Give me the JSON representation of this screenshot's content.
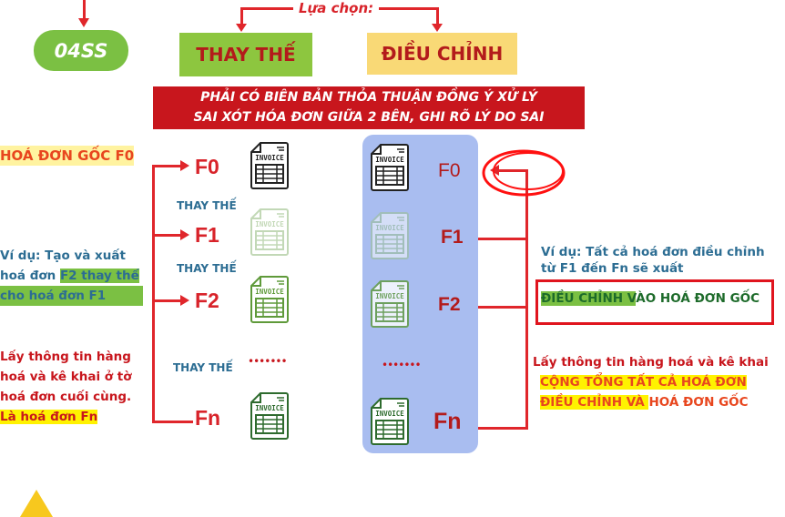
{
  "top": {
    "code_label": "04SS",
    "choice_label": "Lựa chọn:",
    "option_replace": "THAY THẾ",
    "option_adjust": "ĐIỀU CHỈNH"
  },
  "banner": {
    "line1": "PHẢI CÓ BIÊN BẢN THỎA THUẬN ĐỒNG Ý XỬ LÝ",
    "line2": "SAI XÓT HÓA ĐƠN GIỮA 2 BÊN, GHI RÕ LÝ DO SAI"
  },
  "left": {
    "original": "HOÁ ĐƠN GỐC F0",
    "example_line1": "Ví dụ: Tạo và xuất",
    "example_line2a": "hoá đơn ",
    "example_line2b": "F2 thay thế",
    "example_line3": "cho hoá đơn F1",
    "info_line1": "Lấy thông tin hàng",
    "info_line2": "hoá và kê khai ở tờ",
    "info_line3": "hoá đơn cuối cùng.",
    "info_line4": "Là hoá đơn Fn"
  },
  "replace_chain": {
    "labels": [
      "F0",
      "F1",
      "F2",
      "Fn"
    ],
    "step_label": "THAY THẾ",
    "dots": "•••••••",
    "icon_text": "INVOICE"
  },
  "adjust_chain": {
    "labels": [
      "F0",
      "F1",
      "F2",
      "Fn"
    ],
    "dots": "•••••••",
    "icon_text": "INVOICE"
  },
  "right": {
    "example_line1": "Ví dụ: Tất cả hoá đơn điều chỉnh",
    "example_line2": "từ F1 đến Fn sẽ xuất",
    "highlight_a": "ĐIỀU CHỈNH V",
    "highlight_b": "ÀO HOÁ ĐƠN GỐC",
    "info_line1": "Lấy thông tin hàng hoá và kê khai",
    "info_line2": "CỘNG TỔNG TẤT CẢ HOÁ ĐƠN",
    "info_line3a": "ĐIỀU CHỈNH VÀ ",
    "info_line3b": "HOÁ ĐƠN GỐC"
  },
  "colors": {
    "red": "#e0262b",
    "banner": "#c8161d",
    "green": "#8dc63f",
    "yellow": "#f9d976",
    "panel": "#a9bdf0",
    "blue_text": "#2c6d93"
  }
}
